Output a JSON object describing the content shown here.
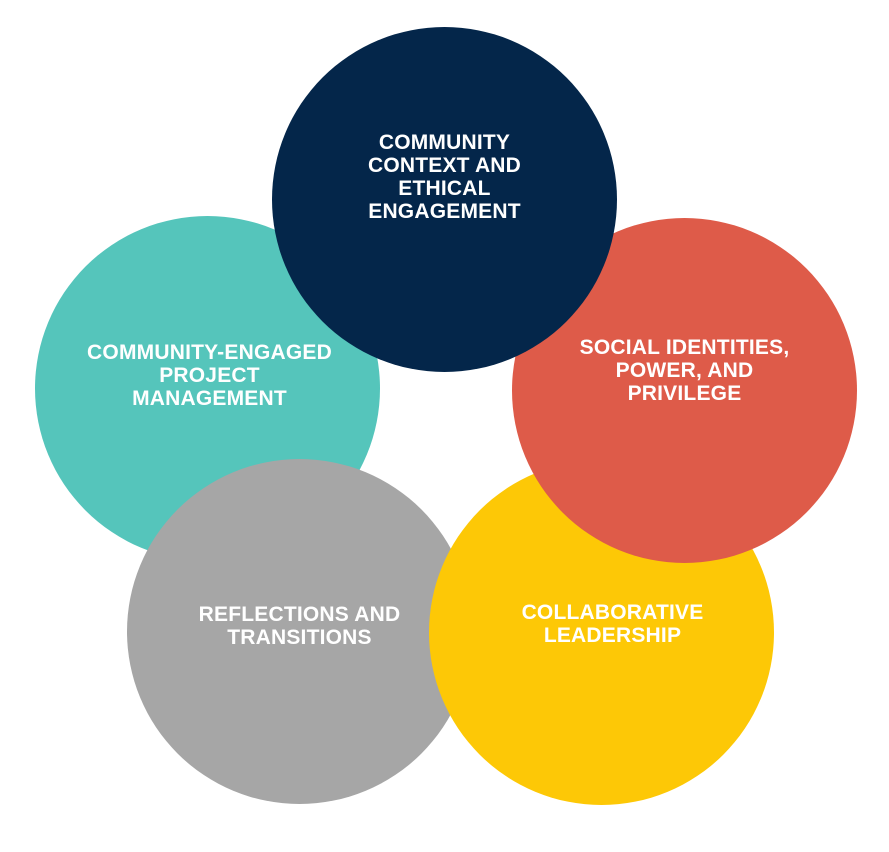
{
  "diagram": {
    "circles": [
      {
        "id": "context",
        "label": "COMMUNITY\nCONTEXT AND\nETHICAL\nENGAGEMENT",
        "color": "#04264a"
      },
      {
        "id": "social",
        "label": "SOCIAL IDENTITIES,\nPOWER, AND\nPRIVILEGE",
        "color": "#de5b49"
      },
      {
        "id": "collab",
        "label": "COLLABORATIVE\nLEADERSHIP",
        "color": "#fdc806"
      },
      {
        "id": "reflect",
        "label": "REFLECTIONS AND\nTRANSITIONS",
        "color": "#a6a6a6"
      },
      {
        "id": "project",
        "label": "COMMUNITY-ENGAGED\nPROJECT\nMANAGEMENT",
        "color": "#55c5bb"
      }
    ]
  }
}
